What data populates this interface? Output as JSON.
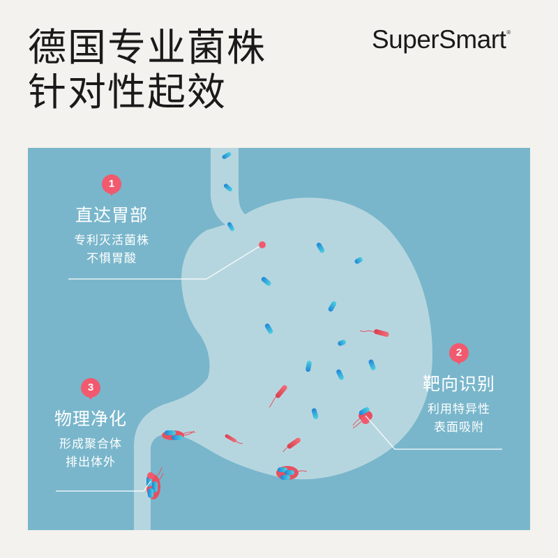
{
  "headline": {
    "line1": "德国专业菌株",
    "line2": "针对性起效"
  },
  "brand": {
    "name": "SuperSmart",
    "mark": "®"
  },
  "colors": {
    "background": "#f4f2ee",
    "panel": "#79b6cb",
    "organ": "#b6d6df",
    "accent_pin": "#f15a6e",
    "probiotic": "#3aa7dc",
    "pathogen": "#e8505f",
    "text_dark": "#1a1a1a",
    "text_light": "#ffffff"
  },
  "callouts": [
    {
      "number": "1",
      "title": "直达胃部",
      "lines": [
        "专利灭活菌株",
        "不惧胃酸"
      ]
    },
    {
      "number": "2",
      "title": "靶向识别",
      "lines": [
        "利用特异性",
        "表面吸附"
      ]
    },
    {
      "number": "3",
      "title": "物理净化",
      "lines": [
        "形成聚合体",
        "排出体外"
      ]
    }
  ],
  "icons": {
    "pin": "map-pin-numbered",
    "probiotic": "capsule-bacteria",
    "pathogen": "flagellated-bacteria"
  }
}
